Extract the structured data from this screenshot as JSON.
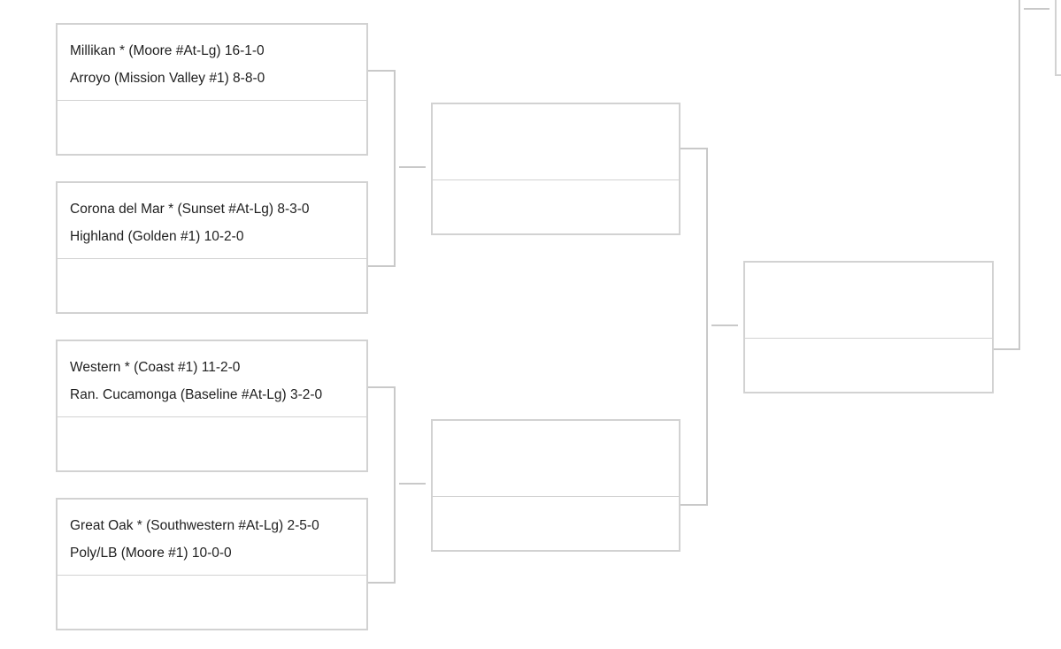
{
  "round1": [
    {
      "teams": [
        "Millikan * (Moore #At-Lg) 16-1-0",
        "Arroyo (Mission Valley #1) 8-8-0"
      ]
    },
    {
      "teams": [
        "Corona del Mar * (Sunset #At-Lg) 8-3-0",
        "Highland (Golden #1) 10-2-0"
      ]
    },
    {
      "teams": [
        "Western * (Coast #1) 11-2-0",
        "Ran. Cucamonga (Baseline #At-Lg) 3-2-0"
      ]
    },
    {
      "teams": [
        "Great Oak * (Southwestern #At-Lg) 2-5-0",
        "Poly/LB (Moore #1) 10-0-0"
      ]
    }
  ]
}
